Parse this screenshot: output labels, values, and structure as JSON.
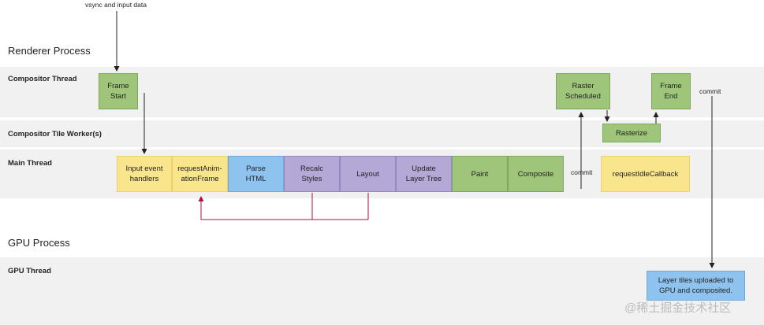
{
  "sections": {
    "renderer_title": "Renderer Process",
    "gpu_title": "GPU Process"
  },
  "lanes": {
    "compositor_thread": "Compositor Thread",
    "compositor_tile_workers": "Compositor Tile Worker(s)",
    "main_thread": "Main Thread",
    "gpu_thread": "GPU Thread"
  },
  "notes": {
    "vsync": "vsync and input data",
    "commit_main": "commit",
    "commit_right": "commit"
  },
  "boxes": {
    "frame_start": "Frame\nStart",
    "raster_scheduled": "Raster\nScheduled",
    "frame_end": "Frame\nEnd",
    "rasterize": "Rasterize",
    "input_event_handlers": "Input event\nhandlers",
    "request_animation_frame": "requestAnim-\nationFrame",
    "parse_html": "Parse\nHTML",
    "recalc_styles": "Recalc\nStyles",
    "layout": "Layout",
    "update_layer_tree": "Update\nLayer Tree",
    "paint": "Paint",
    "composite": "Composite",
    "request_idle_callback": "requestIdleCallback",
    "layer_tiles_uploaded": "Layer tiles uploaded to\nGPU and composited."
  },
  "colors": {
    "green": "#9ec57a",
    "yellow": "#f8e58c",
    "blue": "#8ec3f0",
    "purple": "#b3a8d6",
    "lane_band": "#f1f1f1",
    "arrow": "#222222",
    "forced_layout_arrow": "#b0103a"
  },
  "watermark": "@稀土掘金技术社区"
}
